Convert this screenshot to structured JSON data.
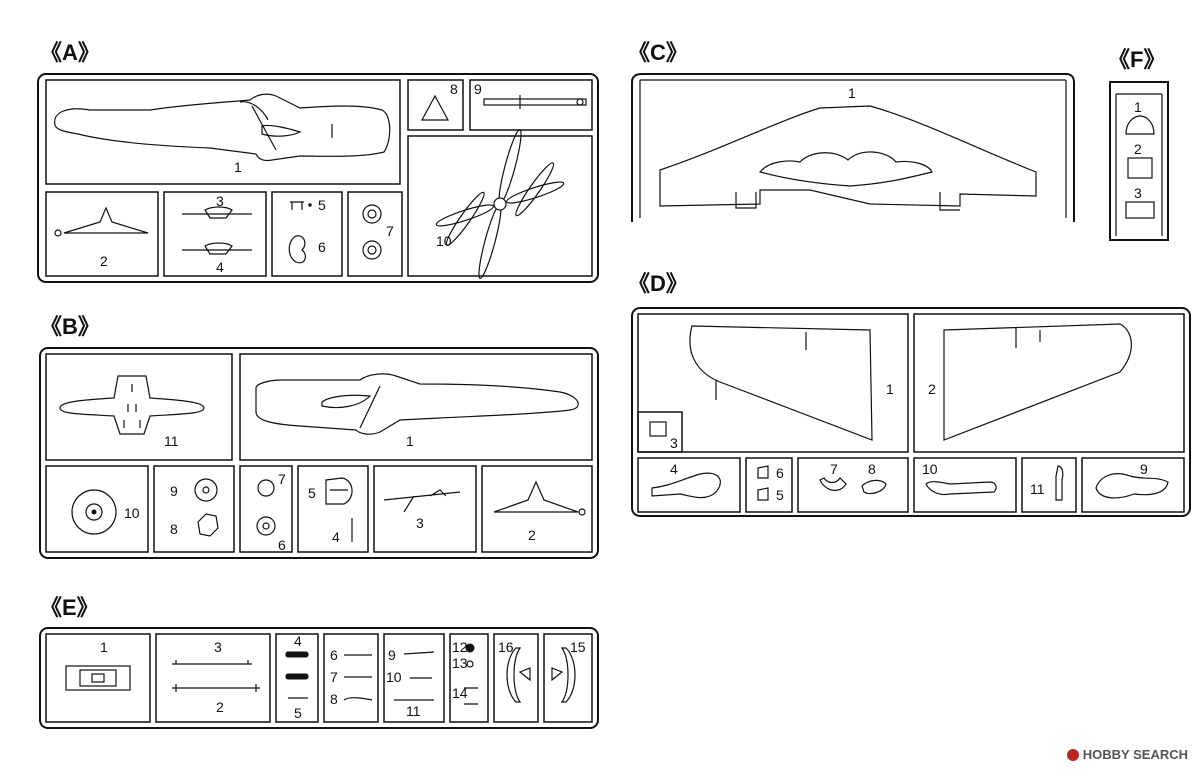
{
  "sprues": {
    "A": {
      "label": "《A》",
      "parts": [
        "1",
        "2",
        "3",
        "4",
        "5",
        "6",
        "7",
        "8",
        "9",
        "10"
      ]
    },
    "B": {
      "label": "《B》",
      "parts": [
        "1",
        "2",
        "3",
        "4",
        "5",
        "6",
        "7",
        "8",
        "9",
        "10",
        "11"
      ]
    },
    "C": {
      "label": "《C》",
      "parts": [
        "1"
      ]
    },
    "D": {
      "label": "《D》",
      "parts": [
        "1",
        "2",
        "3",
        "4",
        "5",
        "6",
        "7",
        "8",
        "9",
        "10",
        "11"
      ]
    },
    "E": {
      "label": "《E》",
      "parts": [
        "1",
        "2",
        "3",
        "4",
        "5",
        "6",
        "7",
        "8",
        "9",
        "10",
        "11",
        "12",
        "13",
        "14",
        "15",
        "16"
      ]
    },
    "F": {
      "label": "《F》",
      "parts": [
        "1",
        "2",
        "3"
      ]
    }
  },
  "watermark": {
    "brand": "HOBBY SEARCH"
  },
  "colors": {
    "ink": "#111111",
    "watermark_red": "#bb2222"
  }
}
